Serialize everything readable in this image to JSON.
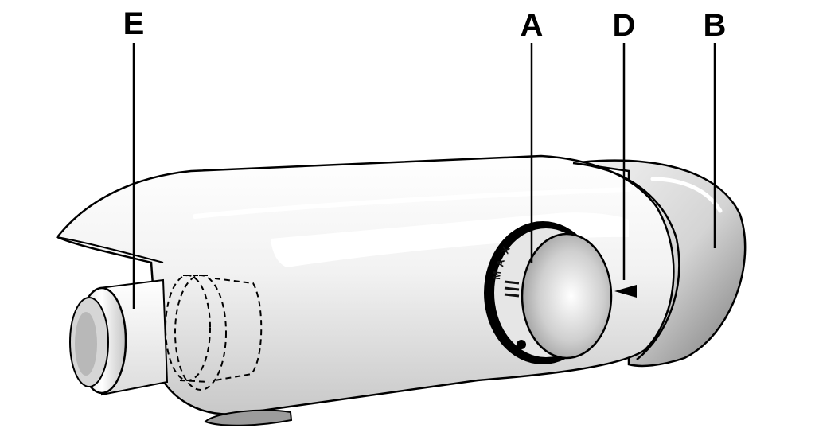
{
  "callouts": {
    "a": "A",
    "b": "B",
    "d": "D",
    "e": "E"
  },
  "dial": {
    "mark_top": "X",
    "mark_middle": "A",
    "mark_bottom": "M"
  }
}
